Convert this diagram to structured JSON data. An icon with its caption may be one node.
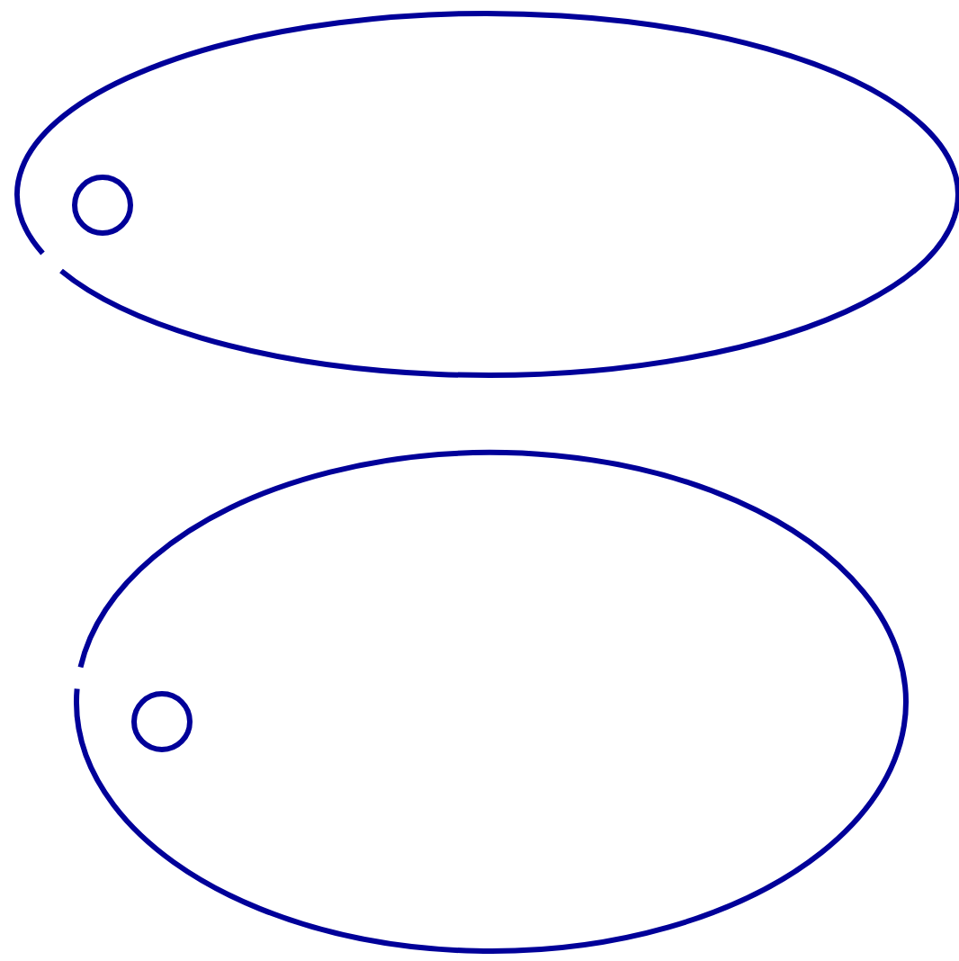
{
  "diagram": {
    "nodes": [
      {
        "text": [],
        "shape": "ellipse"
      },
      {
        "text": [],
        "shape": "circle",
        "in": 0
      },
      {
        "text": [],
        "shape": "ellipse"
      },
      {
        "text": [],
        "shape": "circle",
        "in": 2
      }
    ]
  }
}
